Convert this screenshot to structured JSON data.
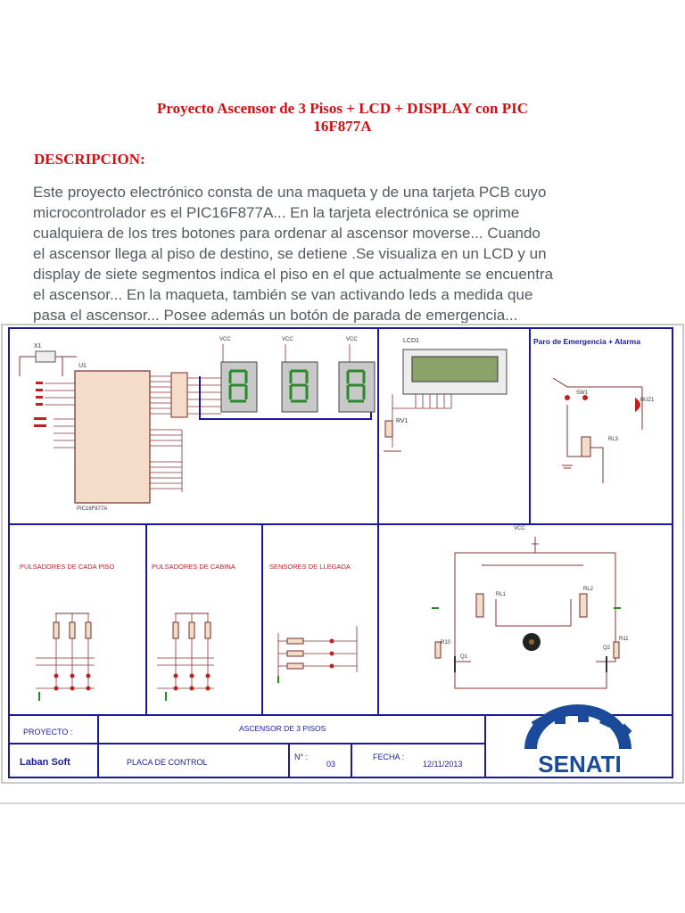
{
  "document": {
    "title_line1": "Proyecto Ascensor de 3 Pisos + LCD + DISPLAY con PIC",
    "title_line2": "16F877A",
    "heading": "DESCRIPCION:",
    "description_lines": [
      "Este proyecto electrónico consta de una maqueta y de una tarjeta PCB cuyo",
      "microcontrolador es el PIC16F877A... En la tarjeta electrónica se oprime",
      "cualquiera de los tres botones para ordenar al ascensor moverse... Cuando",
      "el ascensor llega al piso de destino, se detiene .Se visualiza en un LCD y un",
      "display de siete segmentos indica el piso en el que actualmente se encuentra",
      "el ascensor... En la maqueta, también se van activando leds a medida que",
      "pasa el ascensor... Posee además un botón de parada de emergencia..."
    ]
  },
  "schematic": {
    "panels": {
      "emergency": "Paro de Emergencia + Alarma",
      "floor_buttons": "PULSADORES DE CADA PISO",
      "cabin_buttons": "PULSADORES DE CABINA",
      "arrival_sensors": "SENSORES DE LLEGADA"
    },
    "components": {
      "crystal": "X1",
      "mcu": "U1",
      "mcu_part": "PIC16F877A",
      "lcd": "LCD1",
      "pot": "RV1",
      "switch": "SW1",
      "buzzer": "BUZ1",
      "relay3": "RL3",
      "relay1": "RL1",
      "relay2": "RL2",
      "q1": "Q1",
      "q2": "Q2",
      "r10": "R10",
      "r11": "R11",
      "vcc": "VCC"
    },
    "title_block": {
      "project_label": "PROYECTO :",
      "project_name": "ASCENSOR DE 3 PISOS",
      "company": "Laban Soft",
      "board": "PLACA DE CONTROL",
      "number_label": "N° :",
      "number": "03",
      "date_label": "FECHA :",
      "date": "12/11/2013",
      "logo_text": "SENATI"
    },
    "colors": {
      "frame": "#1a1aa0",
      "wire": "#8a3030",
      "label": "#c02020",
      "logo": "#1c4a9a",
      "display_bg": "#c8c8c8",
      "segment": "#2a8a2a"
    }
  }
}
